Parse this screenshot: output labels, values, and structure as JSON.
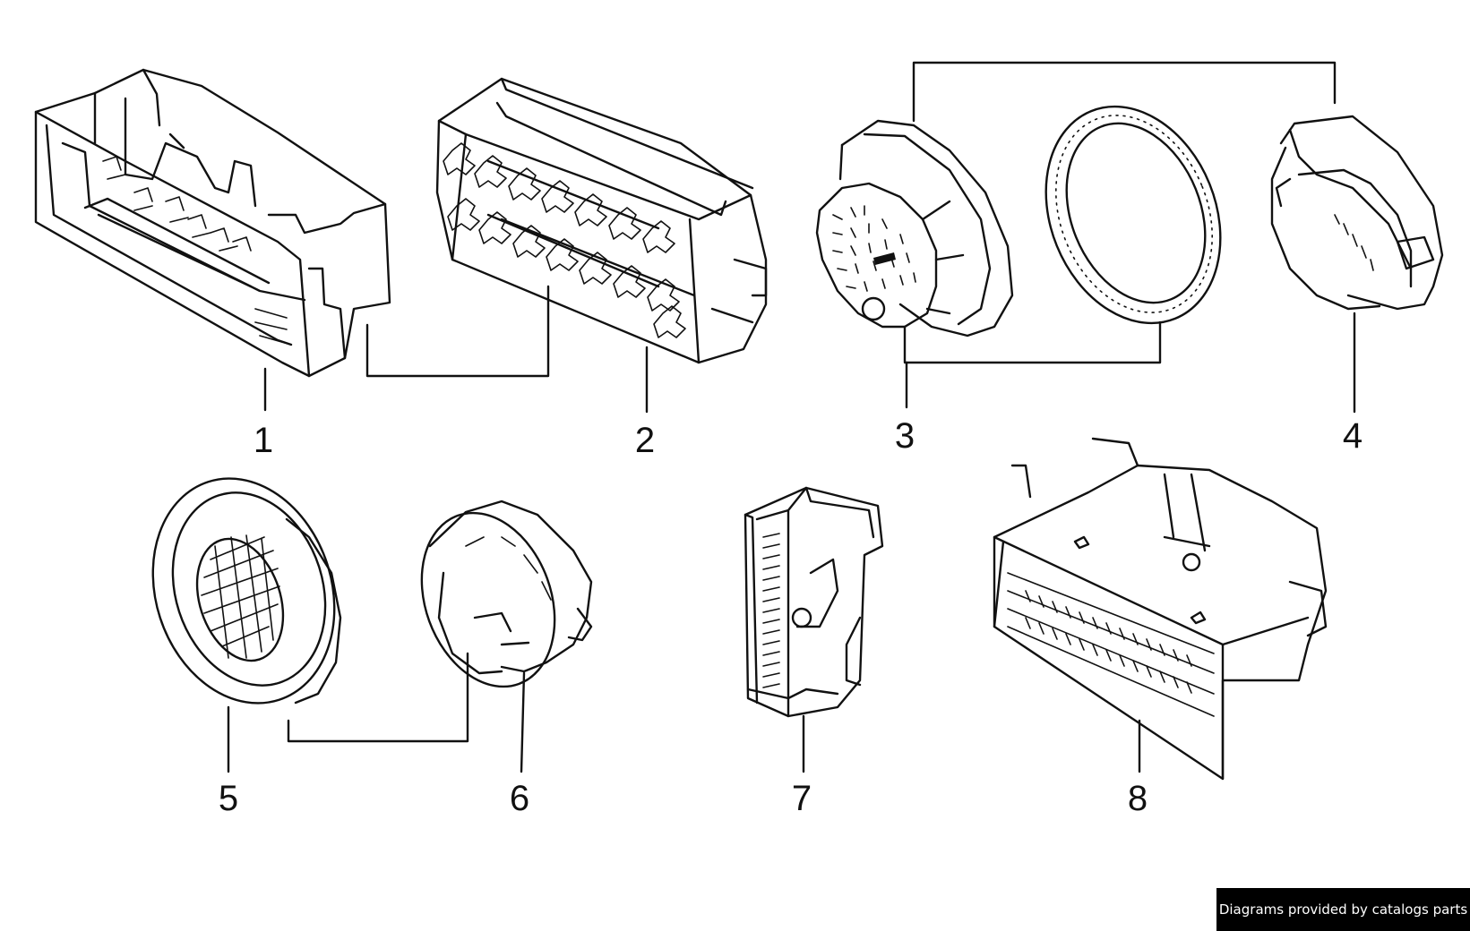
{
  "diagram": {
    "callouts": [
      "1",
      "2",
      "3",
      "4",
      "5",
      "6",
      "7",
      "8"
    ]
  },
  "footer": {
    "credit": "Diagrams provided by catalogs parts"
  }
}
